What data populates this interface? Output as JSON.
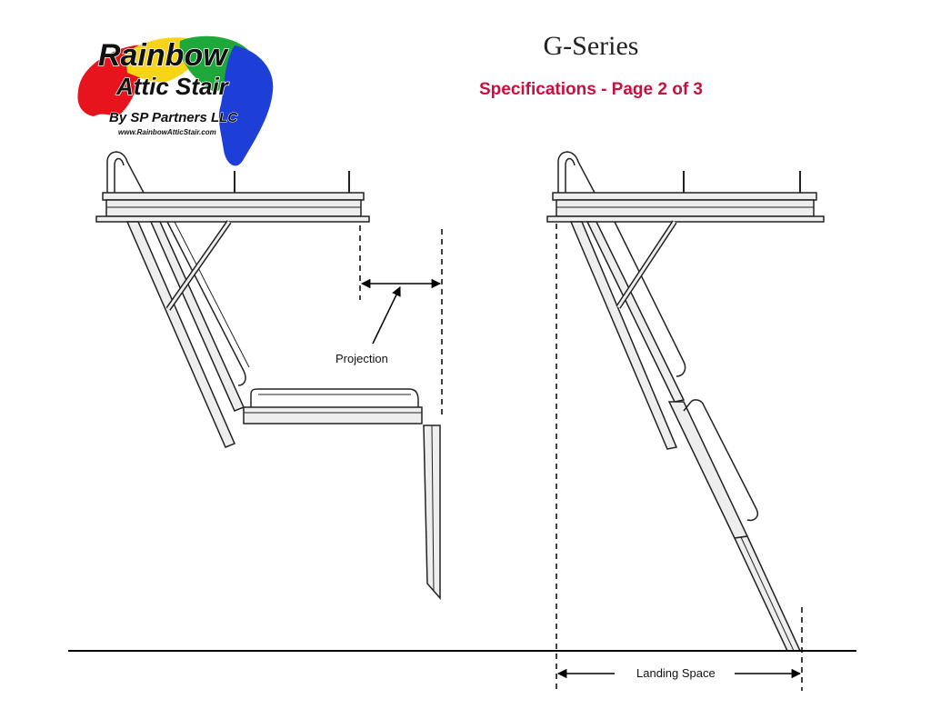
{
  "logo": {
    "line1": "Rainbow",
    "line2": "Attic Stair",
    "line3": "By SP Partners LLC",
    "website": "www.RainbowAtticStair.com",
    "splash_colors": [
      "#e8141d",
      "#f7d417",
      "#1fa83a",
      "#1d3fd8"
    ]
  },
  "header": {
    "title": "G-Series",
    "subtitle": "Specifications - Page 2 of 3",
    "subtitle_color": "#c8103f"
  },
  "labels": {
    "projection": "Projection",
    "landing_space": "Landing Space"
  }
}
